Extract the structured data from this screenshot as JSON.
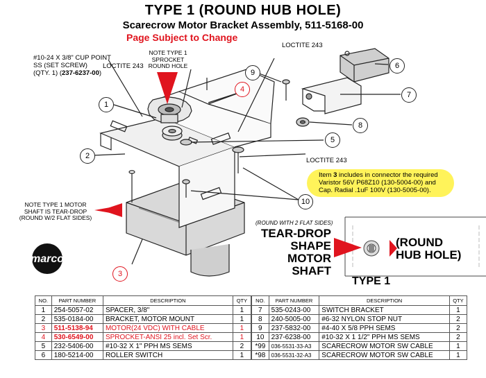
{
  "header": {
    "title": "TYPE 1 (ROUND HUB HOLE)",
    "subtitle": "Scarecrow Motor Bracket Assembly, 511-5168-00",
    "notice": "Page Subject to Change"
  },
  "notes": {
    "set_screw_l1": "#10-24 X 3/8\" CUP POINT",
    "set_screw_l2": "SS (SET SCREW)",
    "set_screw_l3a": "(QTY. 1) (",
    "set_screw_part": "237-6237-00",
    "set_screw_l3b": ")",
    "loctite_a": "LOCTITE 243",
    "loctite_b": "LOCTITE 243",
    "loctite_c": "LOCTITE 243",
    "sprocket_l1": "NOTE TYPE 1",
    "sprocket_l2": "SPROCKET",
    "sprocket_l3": "ROUND HOLE",
    "motor_l1": "NOTE TYPE 1 MOTOR",
    "motor_l2": "SHAFT IS TEAR-DROP",
    "motor_l3": "(ROUND W/2 FLAT SIDES)",
    "item3_a": "Item ",
    "item3_b": "3",
    "item3_c": " includes in connector the required",
    "item3_l2": "Varistor 56V P68Z10 (130-5004-00) and",
    "item3_l3": "Cap. Radial .1uF 100V (130-5005-00).",
    "flat_sides": "(ROUND WITH 2 FLAT SIDES)",
    "teardrop_l1": "TEAR-DROP",
    "teardrop_l2": "SHAPE",
    "teardrop_l3": "MOTOR",
    "teardrop_l4": "SHAFT",
    "hub_l1": "(ROUND",
    "hub_l2": "HUB HOLE)",
    "type_label": "TYPE 1"
  },
  "callouts": [
    "1",
    "2",
    "3",
    "4",
    "5",
    "6",
    "7",
    "8",
    "9",
    "10"
  ],
  "logo_text": "marco",
  "table": {
    "headers": [
      "NO.",
      "PART NUMBER",
      "DESCRIPTION",
      "QTY"
    ],
    "left": [
      {
        "no": "1",
        "part": "254-5057-02",
        "desc": "SPACER, 3/8\"",
        "qty": "1"
      },
      {
        "no": "2",
        "part": "535-0184-00",
        "desc": "BRACKET, MOTOR MOUNT",
        "qty": "1"
      },
      {
        "no": "3",
        "part": "511-5138-94",
        "desc": "MOTOR(24 VDC) WITH CABLE",
        "qty": "1"
      },
      {
        "no": "4",
        "part": "530-6549-00",
        "desc": "SPROCKET-ANSI 25  incl. Set Scr.",
        "qty": "1"
      },
      {
        "no": "5",
        "part": "232-5406-00",
        "desc": "#10-32 X 1\" PPH MS SEMS",
        "qty": "2"
      },
      {
        "no": "6",
        "part": "180-5214-00",
        "desc": "ROLLER SWITCH",
        "qty": "1"
      }
    ],
    "right": [
      {
        "no": "7",
        "part": "535-0243-00",
        "desc": "SWITCH BRACKET",
        "qty": "1"
      },
      {
        "no": "8",
        "part": "240-5005-00",
        "desc": "#6-32 NYLON STOP NUT",
        "qty": "2"
      },
      {
        "no": "9",
        "part": "237-5832-00",
        "desc": "#4-40 X 5/8 PPH SEMS",
        "qty": "2"
      },
      {
        "no": "10",
        "part": "237-6238-00",
        "desc": "#10-32 X 1 1/2\" PPH MS SEMS",
        "qty": "2"
      },
      {
        "no": "*99",
        "part": "036-5531-33-A3",
        "desc": "SCARECROW MOTOR SW  CABLE",
        "qty": "1"
      },
      {
        "no": "*98",
        "part": "036-5531-32-A3",
        "desc": "SCARECROW MOTOR SW  CABLE",
        "qty": "1"
      }
    ]
  },
  "colors": {
    "accent_red": "#e0141e",
    "highlight": "#fff35a"
  }
}
